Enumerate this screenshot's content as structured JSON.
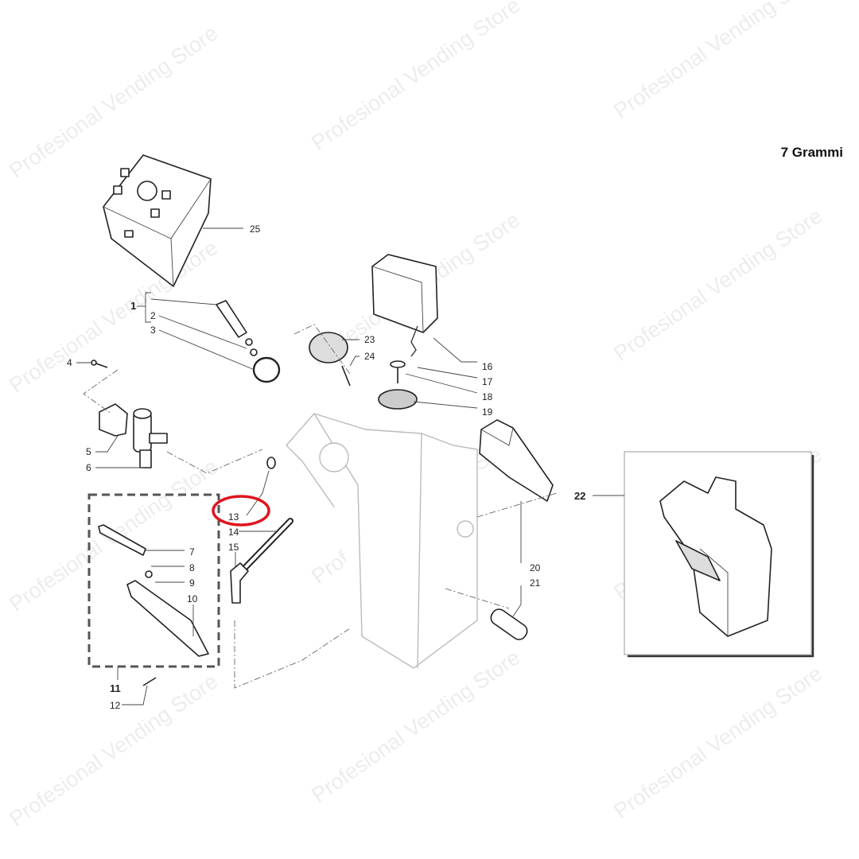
{
  "title": "7 Grammi",
  "watermark": "Profesional Vending Store",
  "highlight_color": "#e0141e",
  "highlighted_part": "13",
  "parts": {
    "p1": "1",
    "p2": "2",
    "p3": "3",
    "p4": "4",
    "p5": "5",
    "p6": "6",
    "p7": "7",
    "p8": "8",
    "p9": "9",
    "p10": "10",
    "p11": "11",
    "p12": "12",
    "p13": "13",
    "p14": "14",
    "p15": "15",
    "p16": "16",
    "p17": "17",
    "p18": "18",
    "p19": "19",
    "p20": "20",
    "p21": "21",
    "p22": "22",
    "p23": "23",
    "p24": "24",
    "p25": "25"
  }
}
